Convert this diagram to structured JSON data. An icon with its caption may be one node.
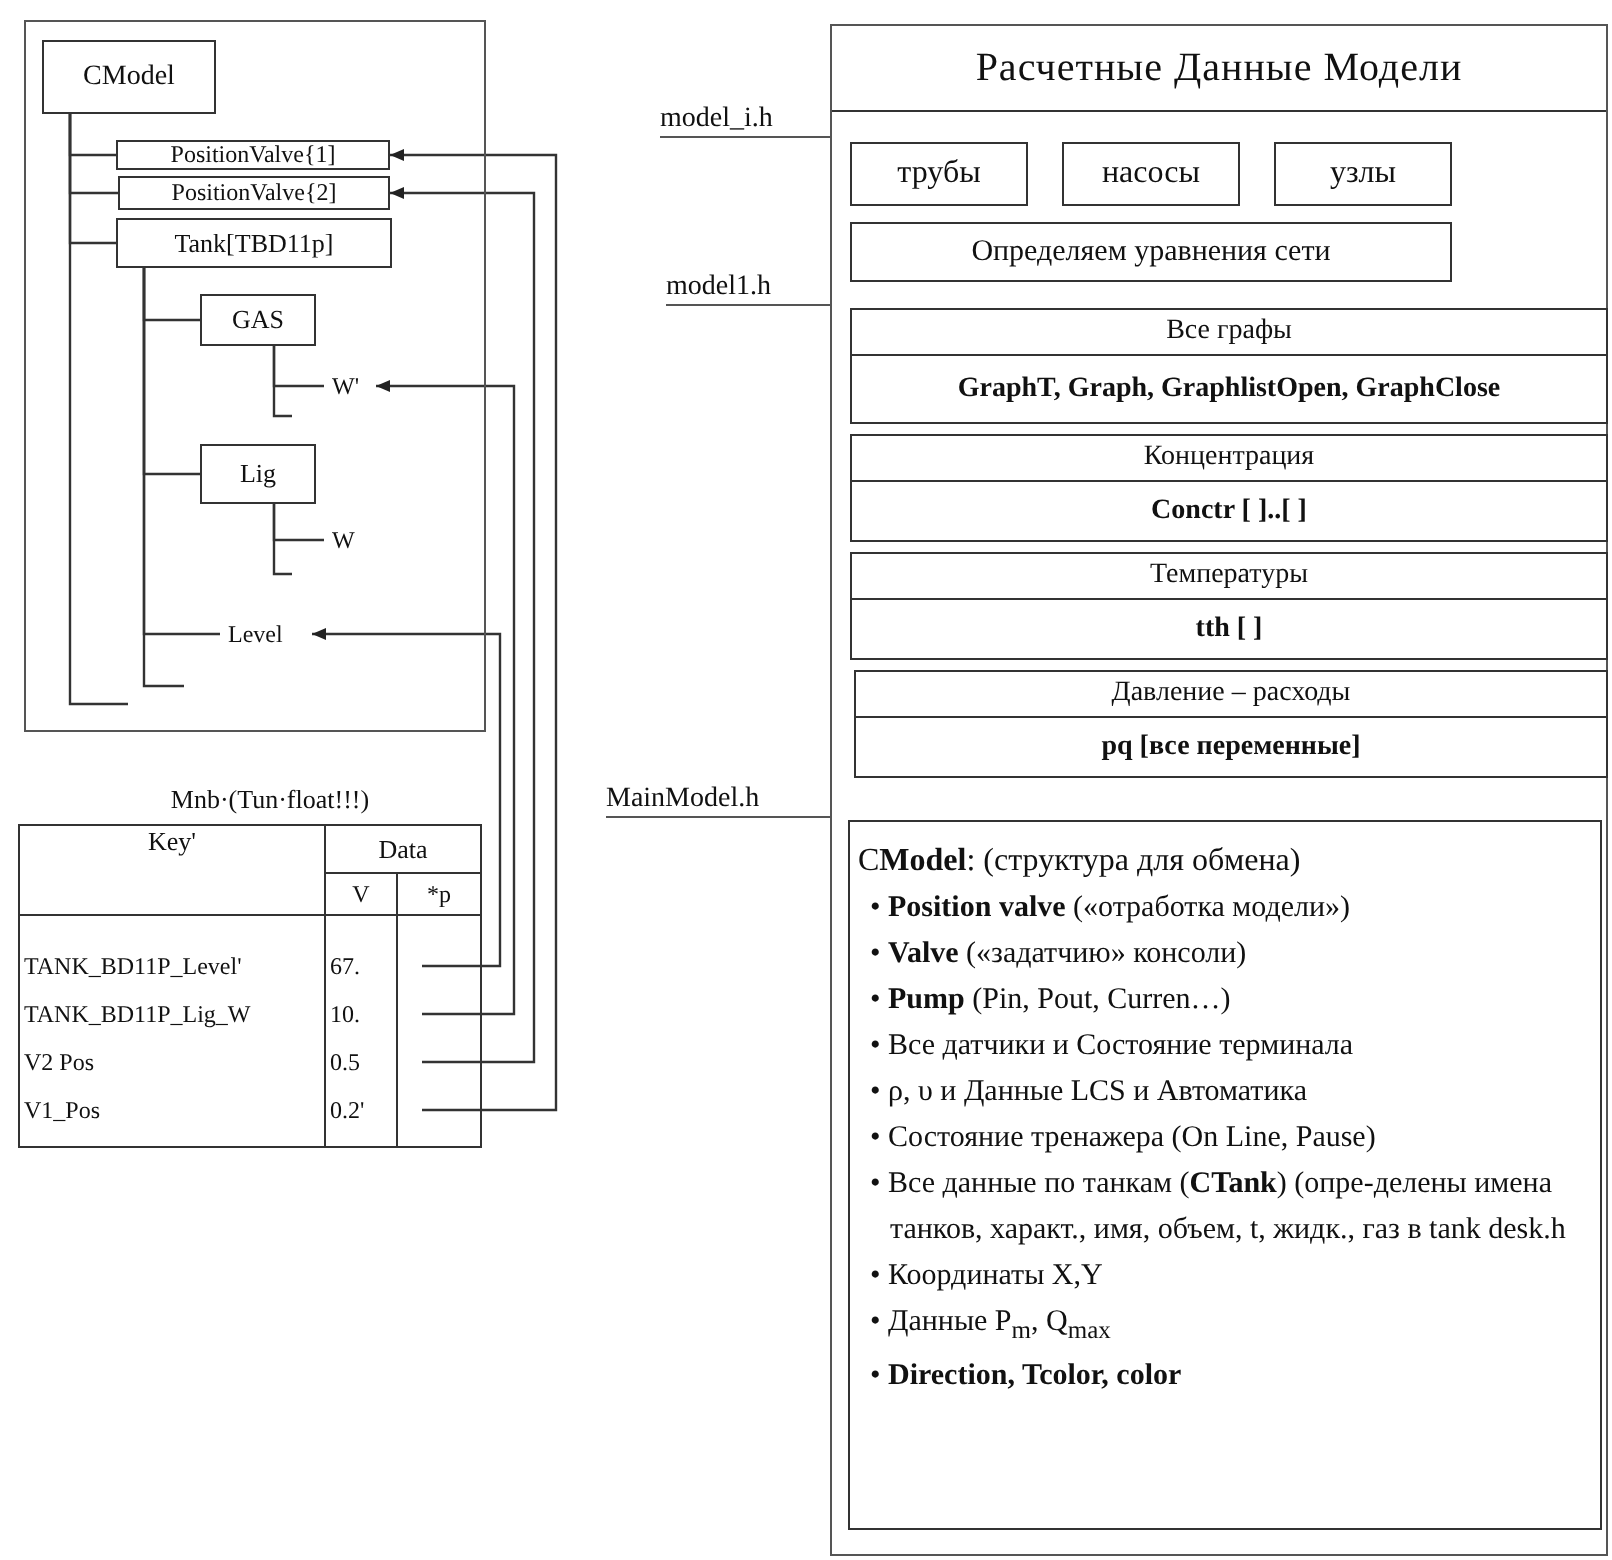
{
  "diagram": {
    "nodes": [
      {
        "text": [],
        "shape": "box"
      },
      {
        "text": [
          "CModel"
        ],
        "in": 0
      },
      {
        "text": [
          "PositionValve{1]"
        ],
        "in": 0
      },
      {
        "text": [
          "PositionValve{2]"
        ],
        "in": 0
      },
      {
        "text": [
          "Tank[TBD11p]"
        ],
        "in": 0
      },
      {
        "text": [
          "GAS"
        ],
        "in": 0
      },
      {
        "text": [
          "W'"
        ],
        "in": 0
      },
      {
        "text": [
          "Lig"
        ],
        "in": 0
      },
      {
        "text": [
          "W"
        ],
        "in": 0
      },
      {
        "text": [
          "Level"
        ],
        "in": 0
      },
      {
        "text": [
          "Расчетные Данные Модели"
        ]
      },
      {
        "text": [
          "трубы"
        ],
        "in": 10
      },
      {
        "text": [
          "насосы"
        ],
        "in": 10
      },
      {
        "text": [
          "узлы"
        ],
        "in": 10
      },
      {
        "text": [
          "Определяем уравнения сети"
        ],
        "in": 10
      },
      {
        "text": [
          "Все графы",
          "GraphT, Graph, GraphlistOpen, GraphClose"
        ],
        "in": 10
      },
      {
        "text": [
          "Концентрация",
          "Conctr [ ]..[ ]"
        ],
        "in": 10
      },
      {
        "text": [
          "Температуры",
          "tth [ ]"
        ],
        "in": 10
      },
      {
        "text": [
          "Давление – расходы",
          "pq [все переменные]"
        ],
        "in": 10
      },
      {
        "text": [
          "C**Model**: (структура для обмена)",
          "• **Position valve** («отработка модели»)",
          "• **Valve** («задатчию» консоли)",
          "• **Pump** (Pin, Pout, Curren…)",
          "• Все датчики и Состояние терминала",
          "• ρ, υ и Данные LCS и Автоматика",
          "• Состояние тренажера (On Line, Pause)",
          "• Все данные по танкам (**CTank**) (опре-делены имена танков, характ., имя, объем, t, жидк., газ в tank desk.h",
          "• Координаты X,Y",
          "• Данные P$_{m}$, Q$_{max}$",
          "• **Direction, Tcolor, color**"
        ],
        "in": 10
      }
    ],
    "edges": [
      {
        "from": 1,
        "to": 2,
        "arrow": "none"
      },
      {
        "from": 1,
        "to": 3,
        "arrow": "none"
      },
      {
        "from": 1,
        "to": 4,
        "arrow": "none"
      },
      {
        "from": 1,
        "to": null,
        "arrow": "none"
      },
      {
        "from": 4,
        "to": 5,
        "arrow": "none"
      },
      {
        "from": 4,
        "to": 7,
        "arrow": "none"
      },
      {
        "from": 4,
        "to": 9,
        "arrow": "none"
      },
      {
        "from": 4,
        "to": null,
        "arrow": "none"
      },
      {
        "from": 5,
        "to": 6,
        "arrow": "none"
      },
      {
        "from": 5,
        "to": null,
        "arrow": "none"
      },
      {
        "from": 7,
        "to": 8,
        "arrow": "none"
      },
      {
        "from": 7,
        "to": null,
        "arrow": "none"
      },
      {
        "from": null,
        "to": 9,
        "arrow": "to"
      },
      {
        "from": null,
        "to": 6,
        "arrow": "to"
      },
      {
        "from": null,
        "to": 3,
        "arrow": "to"
      },
      {
        "from": null,
        "to": 2,
        "arrow": "to"
      }
    ],
    "labels": [
      "Mnb·(Tun·float!!!)",
      "Key'",
      "Data",
      "V",
      "*p",
      "TANK_BD11P_Level'",
      "67.",
      "TANK_BD11P_Lig_W",
      "10.",
      "V2 Pos",
      "0.5",
      "V1_Pos",
      "0.2'",
      "model_i.h",
      "model1.h",
      "MainModel.h"
    ]
  }
}
